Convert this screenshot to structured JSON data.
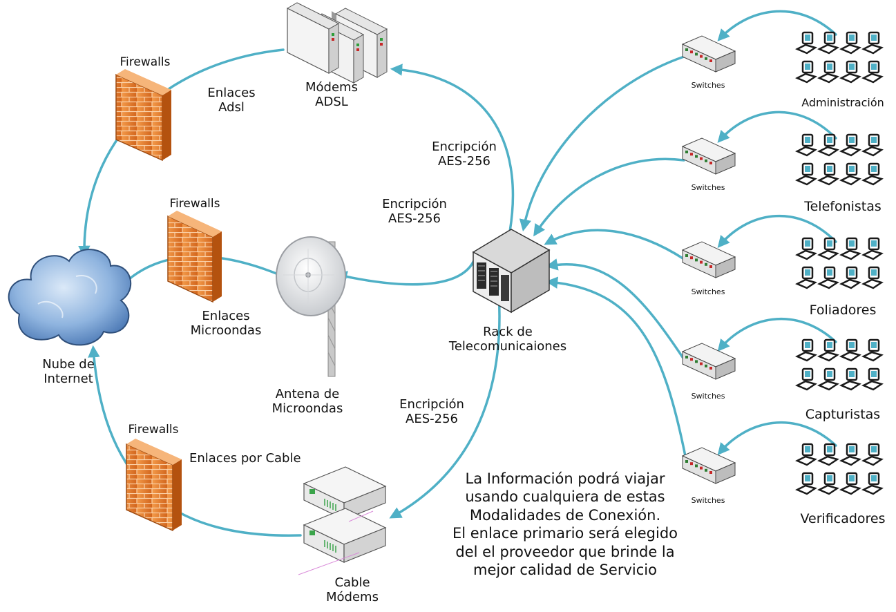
{
  "colors": {
    "link": "#4fb0c6",
    "firewall": "#e87b2a",
    "cloud": "#7fa7d6",
    "accent_text": "#111111"
  },
  "internet": {
    "label1": "Nube de",
    "label2": "Internet"
  },
  "firewalls": [
    {
      "label": "Firewalls"
    },
    {
      "label": "Firewalls"
    },
    {
      "label": "Firewalls"
    }
  ],
  "links": {
    "adsl_1": "Enlaces",
    "adsl_2": "Adsl",
    "micro_1": "Enlaces",
    "micro_2": "Microondas",
    "cable": "Enlaces por Cable"
  },
  "modems_adsl": {
    "label1": "Módems",
    "label2": "ADSL"
  },
  "antenna": {
    "label1": "Antena de",
    "label2": "Microondas"
  },
  "cable_modems": {
    "label1": "Cable",
    "label2": "Módems"
  },
  "rack": {
    "label1": "Rack de",
    "label2": "Telecomunicaiones"
  },
  "encryption": [
    {
      "line1": "Encripción",
      "line2": "AES-256"
    },
    {
      "line1": "Encripción",
      "line2": "AES-256"
    },
    {
      "line1": "Encripción",
      "line2": "AES-256"
    }
  ],
  "switches": [
    {
      "label": "Switches",
      "group": "Administración"
    },
    {
      "label": "Switches",
      "group": "Telefonistas"
    },
    {
      "label": "Switches",
      "group": "Foliadores"
    },
    {
      "label": "Switches",
      "group": "Capturistas"
    },
    {
      "label": "Switches",
      "group": "Verificadores"
    }
  ],
  "note": {
    "line1": "La Información podrá viajar",
    "line2": "usando cualquiera de estas",
    "line3": "Modalidades de Conexión.",
    "line4": "El enlace primario será elegido",
    "line5": "del el proveedor que brinde la",
    "line6": "mejor calidad de Servicio"
  }
}
